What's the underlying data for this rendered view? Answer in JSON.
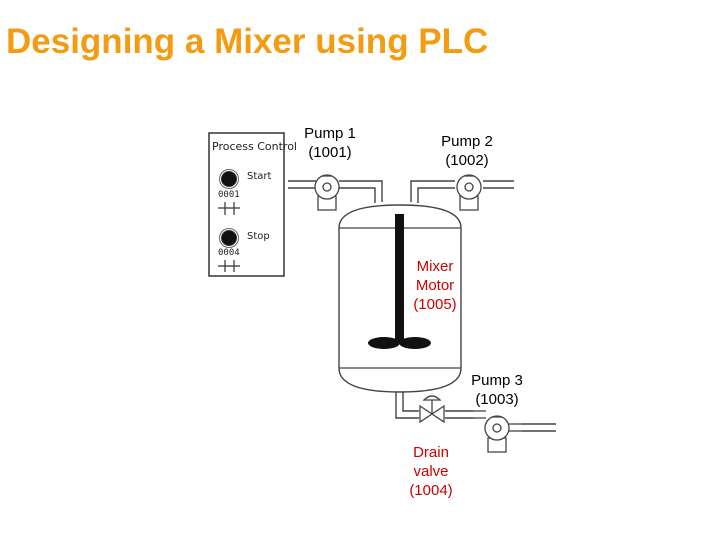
{
  "title": "Designing a Mixer using PLC",
  "panel": {
    "title": "Process Control",
    "start_label": "Start",
    "start_address": "0001",
    "stop_label": "Stop",
    "stop_address": "0004"
  },
  "devices": {
    "pump1": {
      "name": "Pump 1",
      "address": "(1001)"
    },
    "pump2": {
      "name": "Pump 2",
      "address": "(1002)"
    },
    "mixer": {
      "line1": "Mixer",
      "line2": "Motor",
      "address": "(1005)"
    },
    "pump3": {
      "name": "Pump 3",
      "address": "(1003)"
    },
    "drain": {
      "line1": "Drain",
      "line2": "valve",
      "address": "(1004)"
    }
  },
  "colors": {
    "title": "#f39c12",
    "mixer_label": "#cc0000",
    "drain_label": "#cc0000"
  }
}
